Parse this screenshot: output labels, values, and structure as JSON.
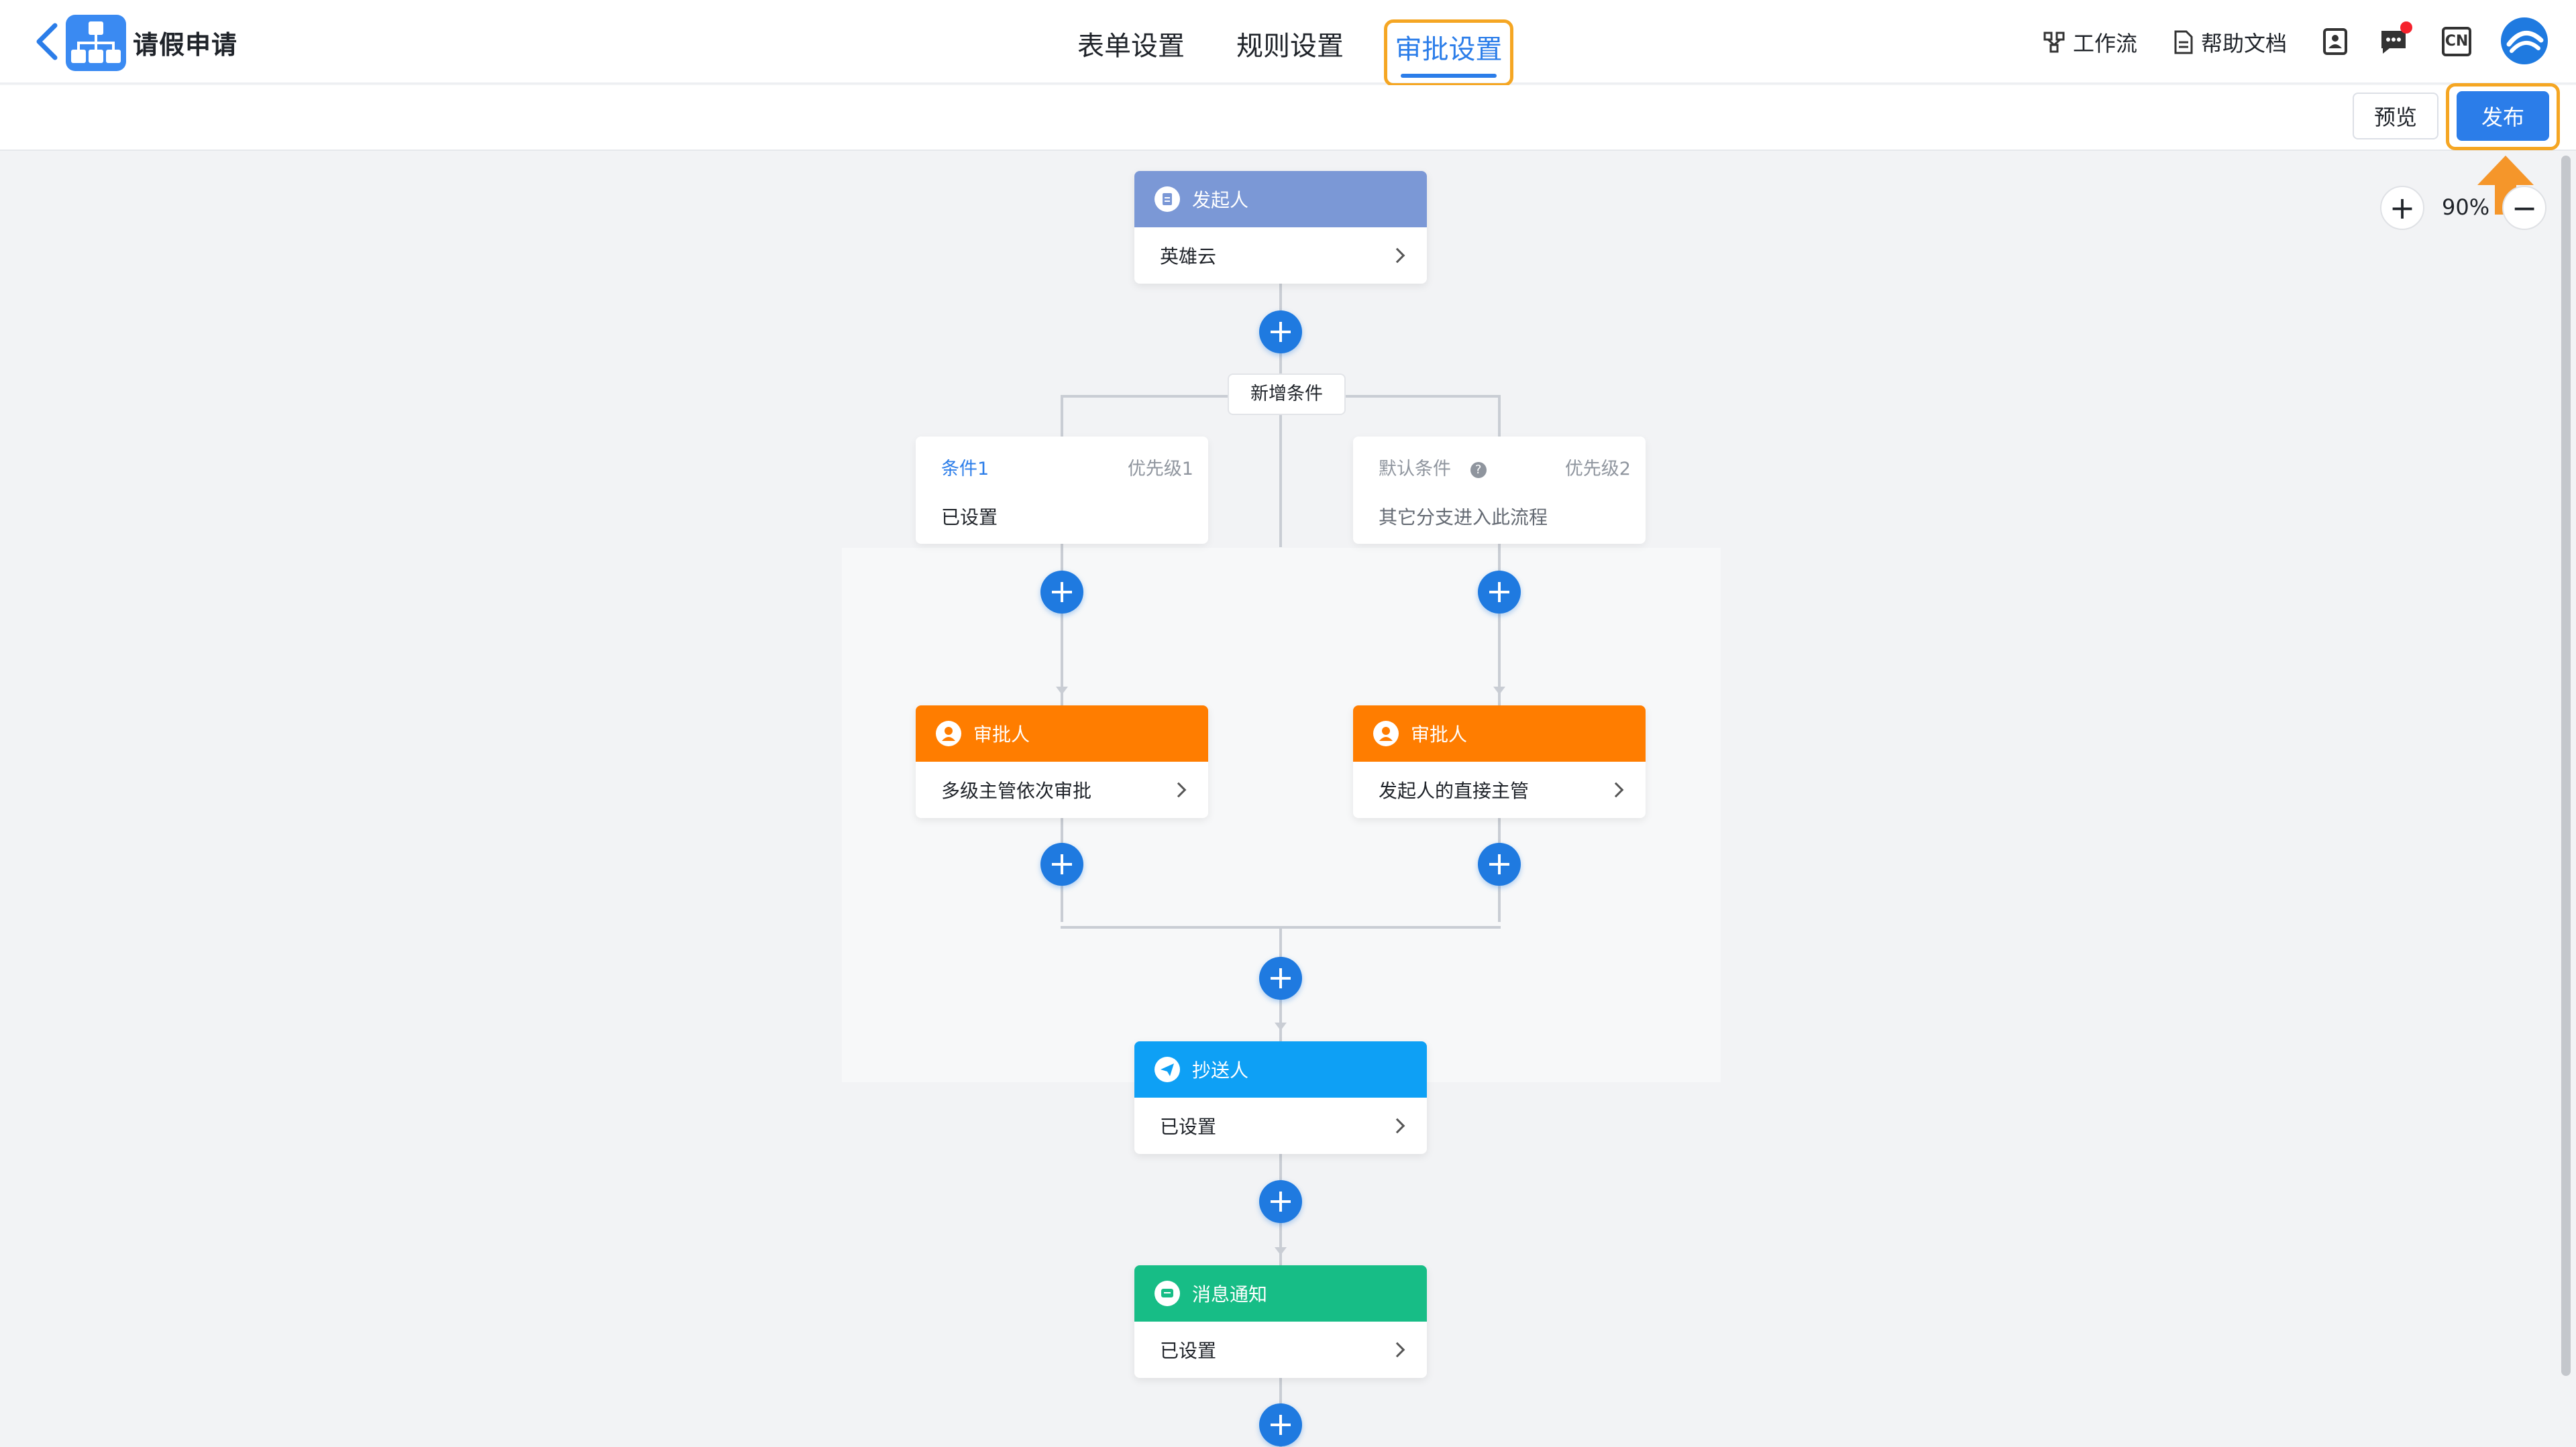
{
  "header": {
    "app_title": "请假申请",
    "tabs": [
      {
        "label": "表单设置"
      },
      {
        "label": "规则设置"
      },
      {
        "label": "审批设置"
      }
    ],
    "tools": {
      "workflow": "工作流",
      "help": "帮助文档",
      "lang": "CN"
    }
  },
  "actions": {
    "preview": "预览",
    "publish": "发布"
  },
  "zoom": {
    "in": "+",
    "out": "−",
    "level": "90%"
  },
  "flow": {
    "initiator": {
      "title": "发起人",
      "value": "英雄云"
    },
    "add_condition": "新增条件",
    "branches": [
      {
        "name": "条件1",
        "priority": "优先级1",
        "desc": "已设置",
        "approver": {
          "title": "审批人",
          "value": "多级主管依次审批"
        }
      },
      {
        "name": "默认条件",
        "priority": "优先级2",
        "desc": "其它分支进入此流程",
        "approver": {
          "title": "审批人",
          "value": "发起人的直接主管"
        }
      }
    ],
    "cc": {
      "title": "抄送人",
      "value": "已设置"
    },
    "notify": {
      "title": "消息通知",
      "value": "已设置"
    }
  },
  "colors": {
    "accent": "#2b7de9",
    "initiator": "#7b98d6",
    "approver": "#ff7d00",
    "cc": "#0ea0f5",
    "notify": "#17bd86",
    "highlight": "#f5a623"
  }
}
